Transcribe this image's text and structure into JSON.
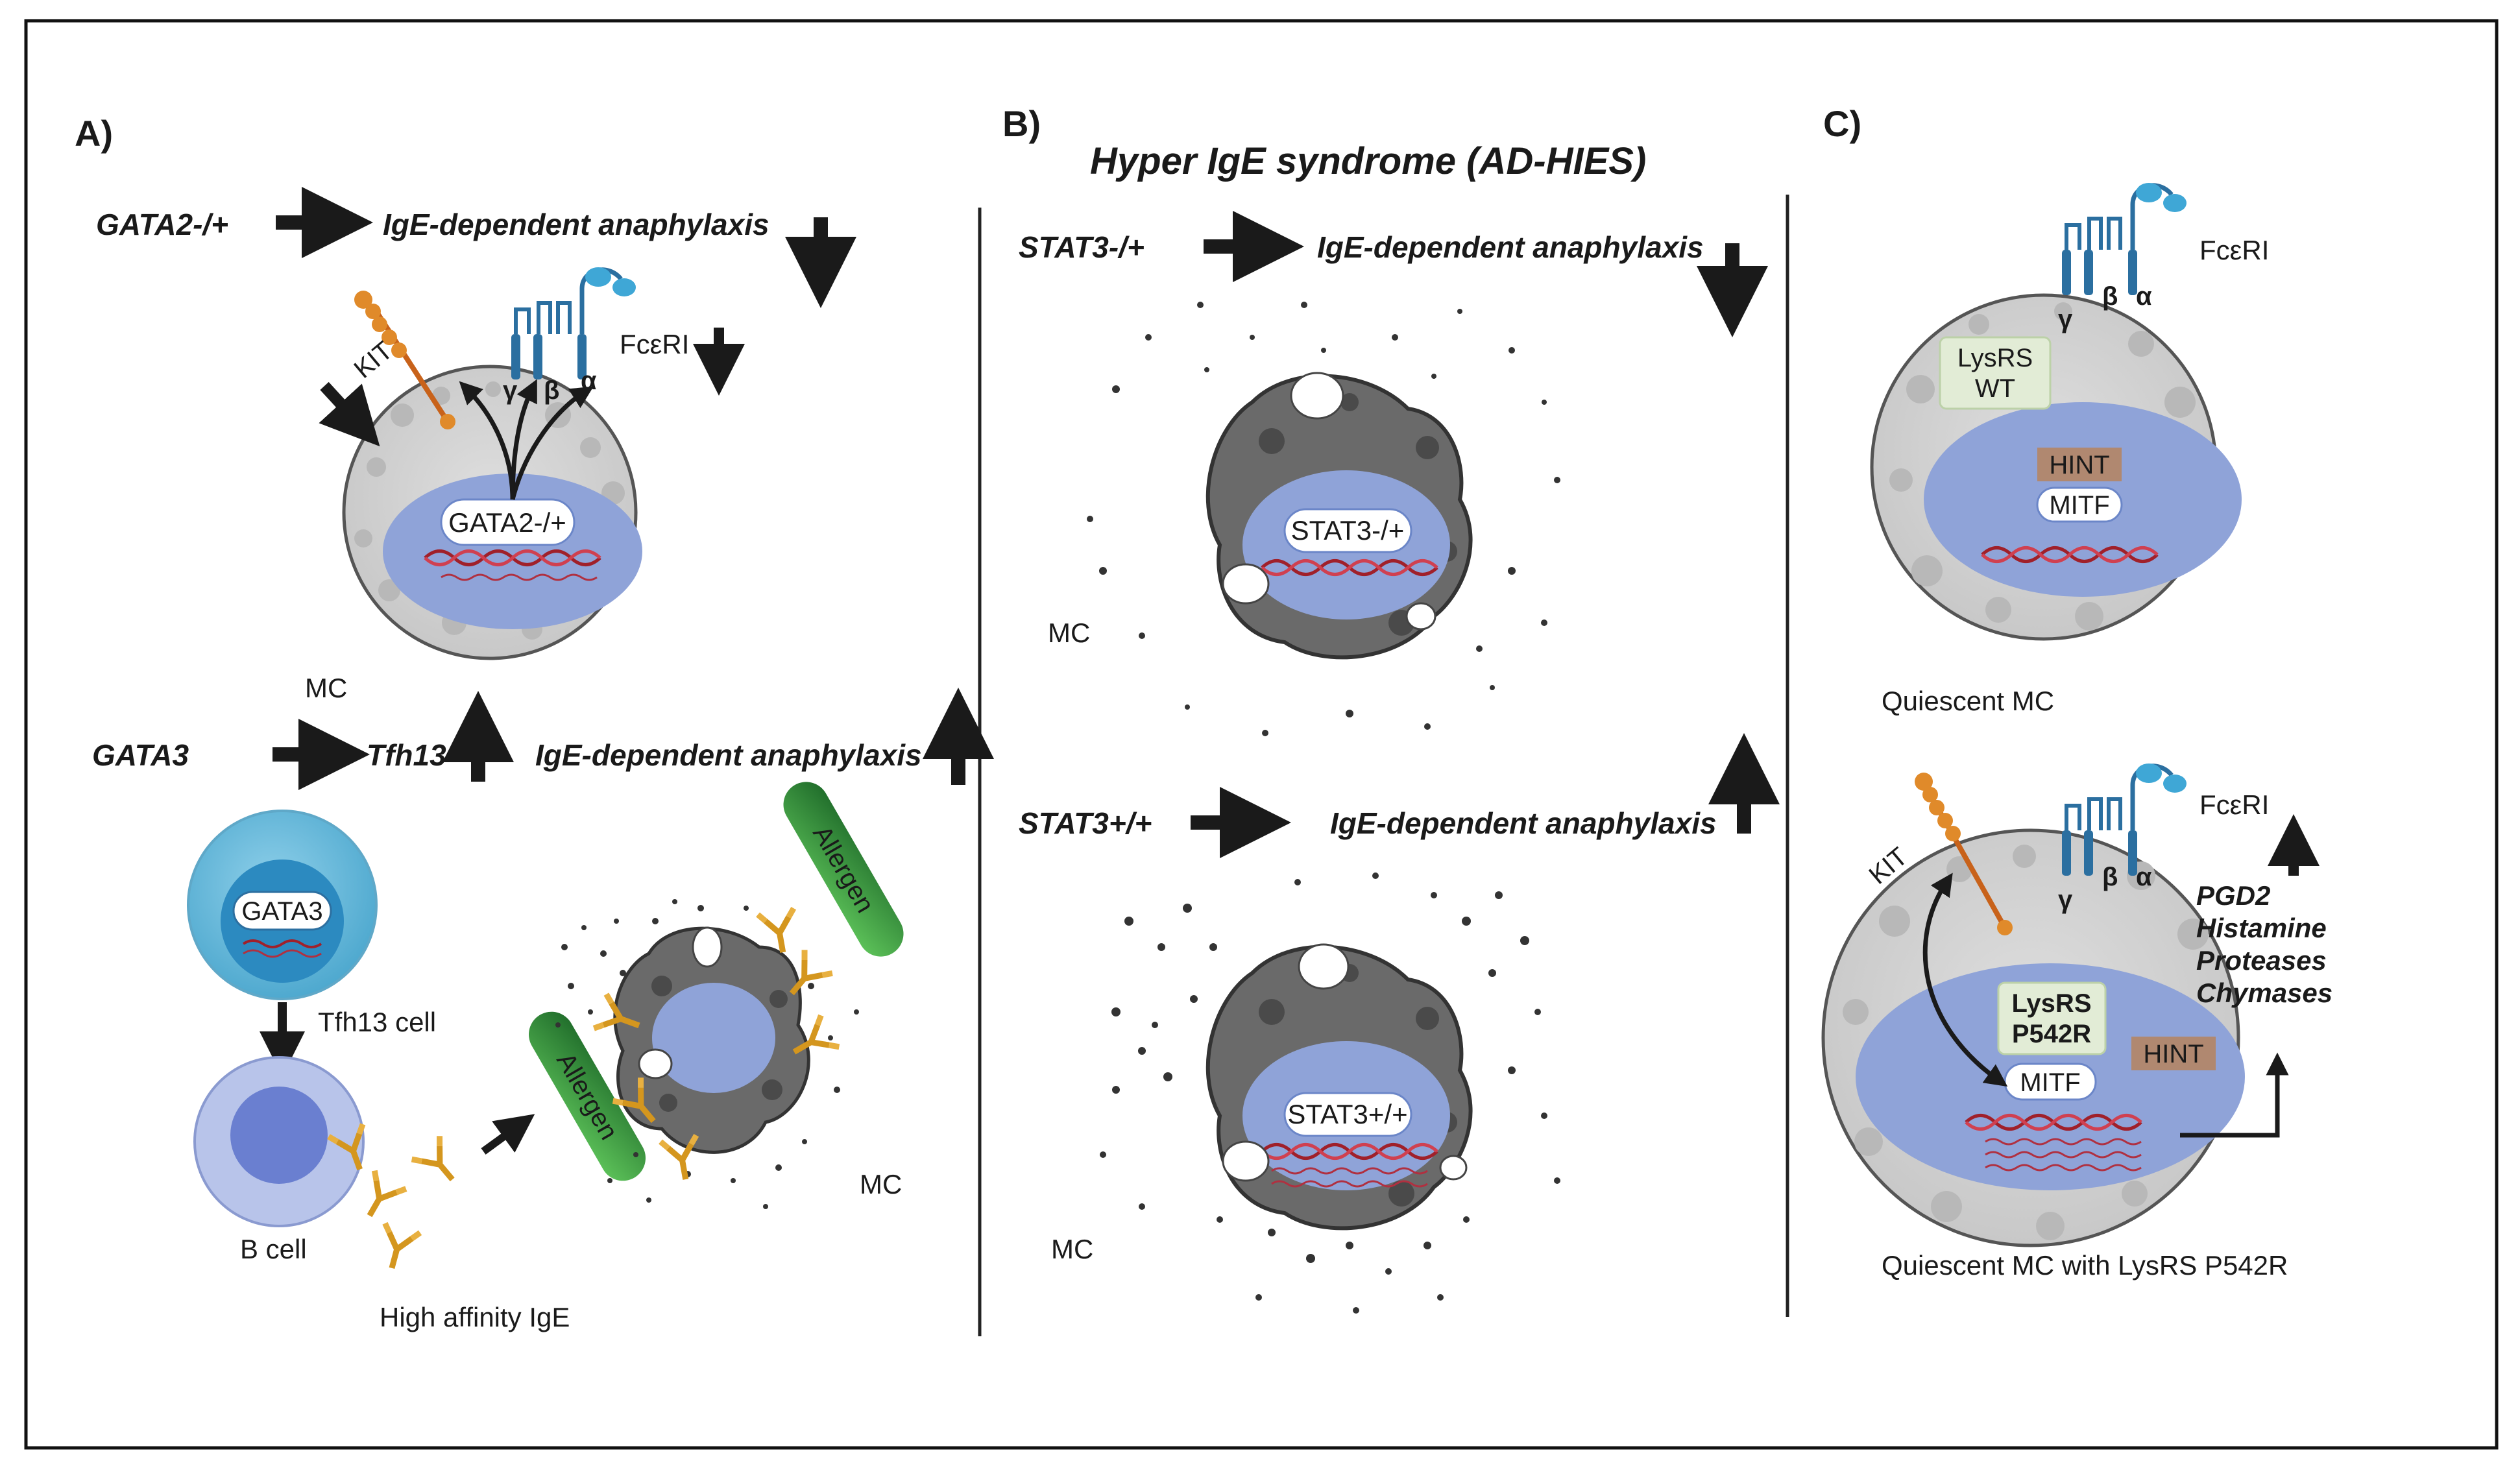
{
  "panels": {
    "a": {
      "label": "A)",
      "gata2_gene": "GATA2-/+",
      "gata2_effect": "IgE-dependent anaphylaxis",
      "gata2_nucleus": "GATA2-/+",
      "kit_label": "KIT",
      "fceri_label": "FcεRI",
      "gamma": "γ",
      "beta": "β",
      "alpha": "α",
      "mc_label": "MC",
      "gata3_gene": "GATA3",
      "tfh13": "Tfh13",
      "gata3_effect": "IgE-dependent anaphylaxis",
      "gata3_nucleus": "GATA3",
      "tfh13_cell": "Tfh13 cell",
      "b_cell": "B cell",
      "ige_label": "High affinity IgE",
      "allergen_1": "Allergen",
      "allergen_2": "Allergen",
      "mc_label_2": "MC"
    },
    "b": {
      "label": "B)",
      "title": "Hyper IgE syndrome (AD-HIES)",
      "stat3_ko": "STAT3-/+",
      "effect_1": "IgE-dependent anaphylaxis",
      "nucleus_1": "STAT3-/+",
      "mc_1": "MC",
      "stat3_wt": "STAT3+/+",
      "effect_2": "IgE-dependent anaphylaxis",
      "nucleus_2": "STAT3+/+",
      "mc_2": "MC"
    },
    "c": {
      "label": "C)",
      "fceri_1": "FcεRI",
      "gamma": "γ",
      "beta": "β",
      "alpha": "α",
      "lysrs_wt_1": "LysRS",
      "lysrs_wt_2": "WT",
      "hint_1": "HINT",
      "mitf_1": "MITF",
      "quiescent": "Quiescent MC",
      "kit_label": "KIT",
      "fceri_2": "FcεRI",
      "mediators": [
        "PGD2",
        "Histamine",
        "Proteases",
        "Chymases"
      ],
      "lysrs_mut_1": "LysRS",
      "lysrs_mut_2": "P542R",
      "hint_2": "HINT",
      "mitf_2": "MITF",
      "quiescent_mut": "Quiescent MC with LysRS P542R"
    }
  }
}
